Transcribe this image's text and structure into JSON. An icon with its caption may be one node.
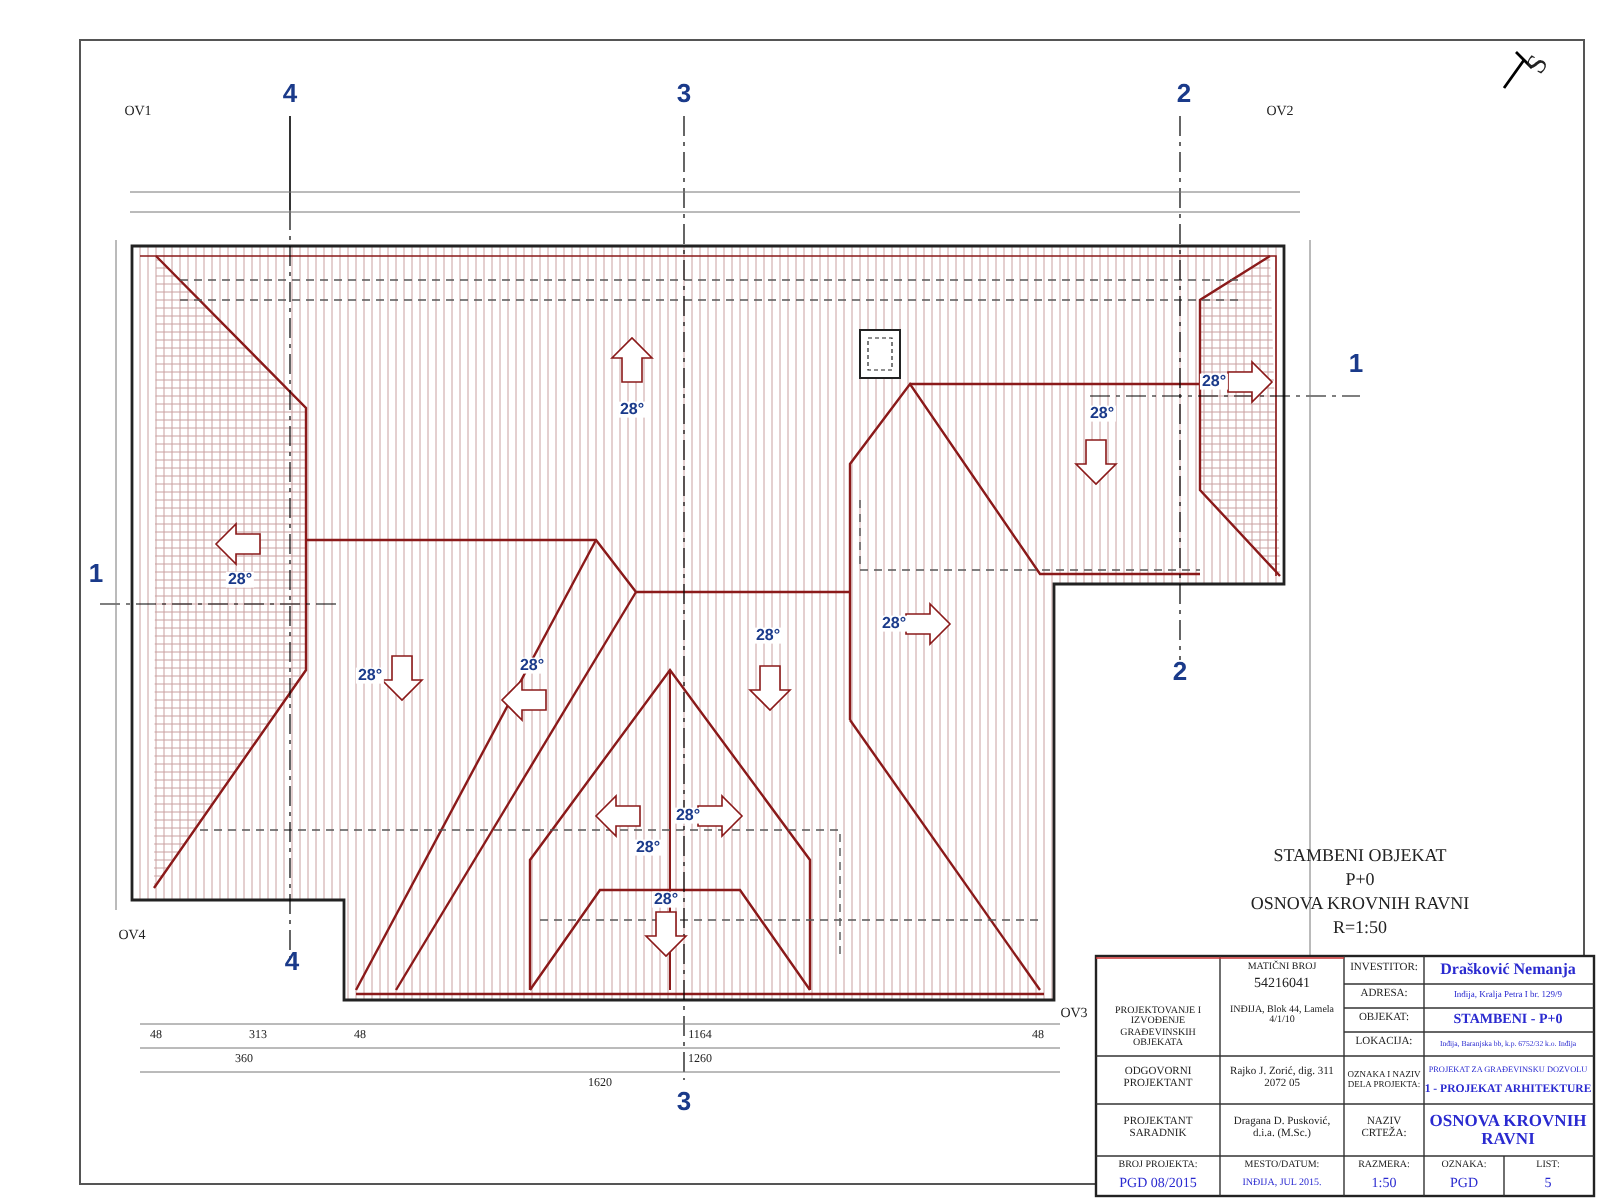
{
  "diagram": {
    "labels": [
      "4",
      "3",
      "2",
      "OV1",
      "OV2",
      "S",
      "1",
      "1",
      "2",
      "28°",
      "28°",
      "28°",
      "28°",
      "28°",
      "28°",
      "28°",
      "28°",
      "28°",
      "28°",
      "28°",
      "4",
      "OV4",
      "OV3",
      "3",
      "48",
      "313",
      "48",
      "1164",
      "48",
      "360",
      "1260",
      "1620",
      "STAMBENI OBJEKAT",
      "P+0",
      "OSNOVA KROVNIH RAVNI",
      "R=1:50",
      "MATIČNI BROJ",
      "54216041",
      "INĐIJA, Blok 44, Lamela 4/1/10",
      "PROJEKTOVANJE I IZVOĐENJE GRAĐEVINSKIH OBJEKATA",
      "INVESTITOR:",
      "Drašković Nemanja",
      "ADRESA:",
      "Inđija, Kralja Petra I br. 129/9",
      "OBJEKAT:",
      "STAMBENI - P+0",
      "LOKACIJA:",
      "Inđija, Baranjska bb, k.p. 6752/32 k.o. Inđija",
      "ODGOVORNI PROJEKTANT",
      "Rajko J. Zorić, dig. 311 2072 05",
      "OZNAKA I NAZIV DELA PROJEKTA:",
      "PROJEKAT ZA GRAĐEVINSKU DOZVOLU",
      "1 - PROJEKAT ARHITEKTURE",
      "PROJEKTANT SARADNIK",
      "Dragana D. Pusković, d.i.a. (M.Sc.)",
      "NAZIV CRTEŽA:",
      "OSNOVA KROVNIH RAVNI",
      "BROJ PROJEKTA:",
      "PGD 08/2015",
      "MESTO/DATUM:",
      "INĐIJA, JUL 2015.",
      "RAZMERA:",
      "1:50",
      "OZNAKA:",
      "PGD",
      "LIST:",
      "5"
    ]
  }
}
